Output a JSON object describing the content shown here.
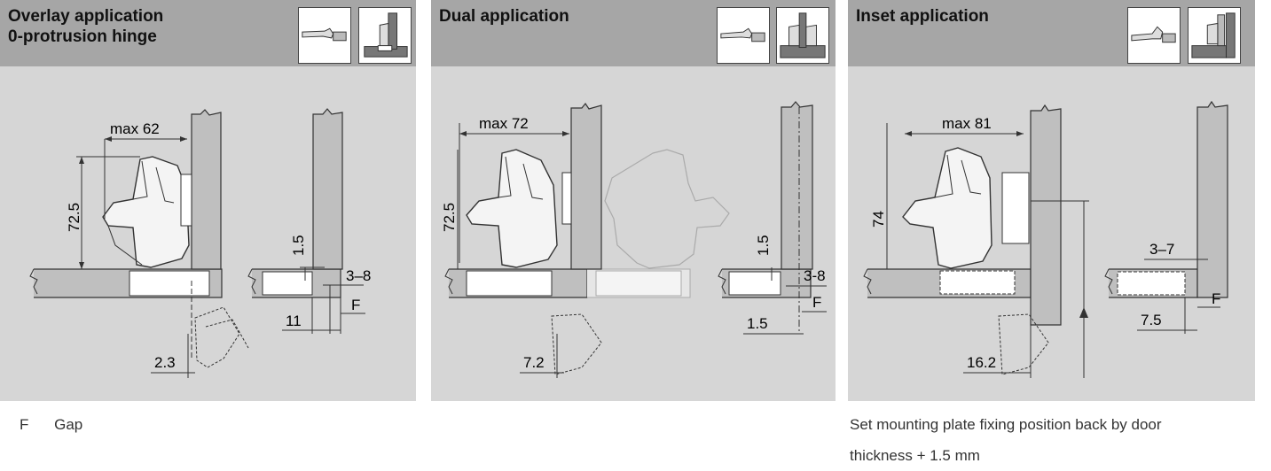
{
  "panels": [
    {
      "title": "Overlay application\n0-protrusion hinge",
      "dims": {
        "reach": "max 62",
        "height": "72.5",
        "v_small": "1.5",
        "range": "3–8",
        "gap": "F",
        "depth": "11",
        "offset": "2.3"
      }
    },
    {
      "title": "Dual application",
      "dims": {
        "reach": "max 72",
        "height": "72.5",
        "v_small": "1.5",
        "range": "3-8",
        "gap": "F",
        "offset_right": "1.5",
        "offset": "7.2"
      }
    },
    {
      "title": "Inset application",
      "dims": {
        "reach": "max 81",
        "height": "74",
        "range": "3–7",
        "gap": "F",
        "depth": "7.5",
        "offset": "16.2"
      }
    }
  ],
  "legend": {
    "symbol": "F",
    "label": "Gap"
  },
  "note": {
    "line1": "Set mounting plate fixing position back by door",
    "line2": "thickness + 1.5 mm"
  }
}
